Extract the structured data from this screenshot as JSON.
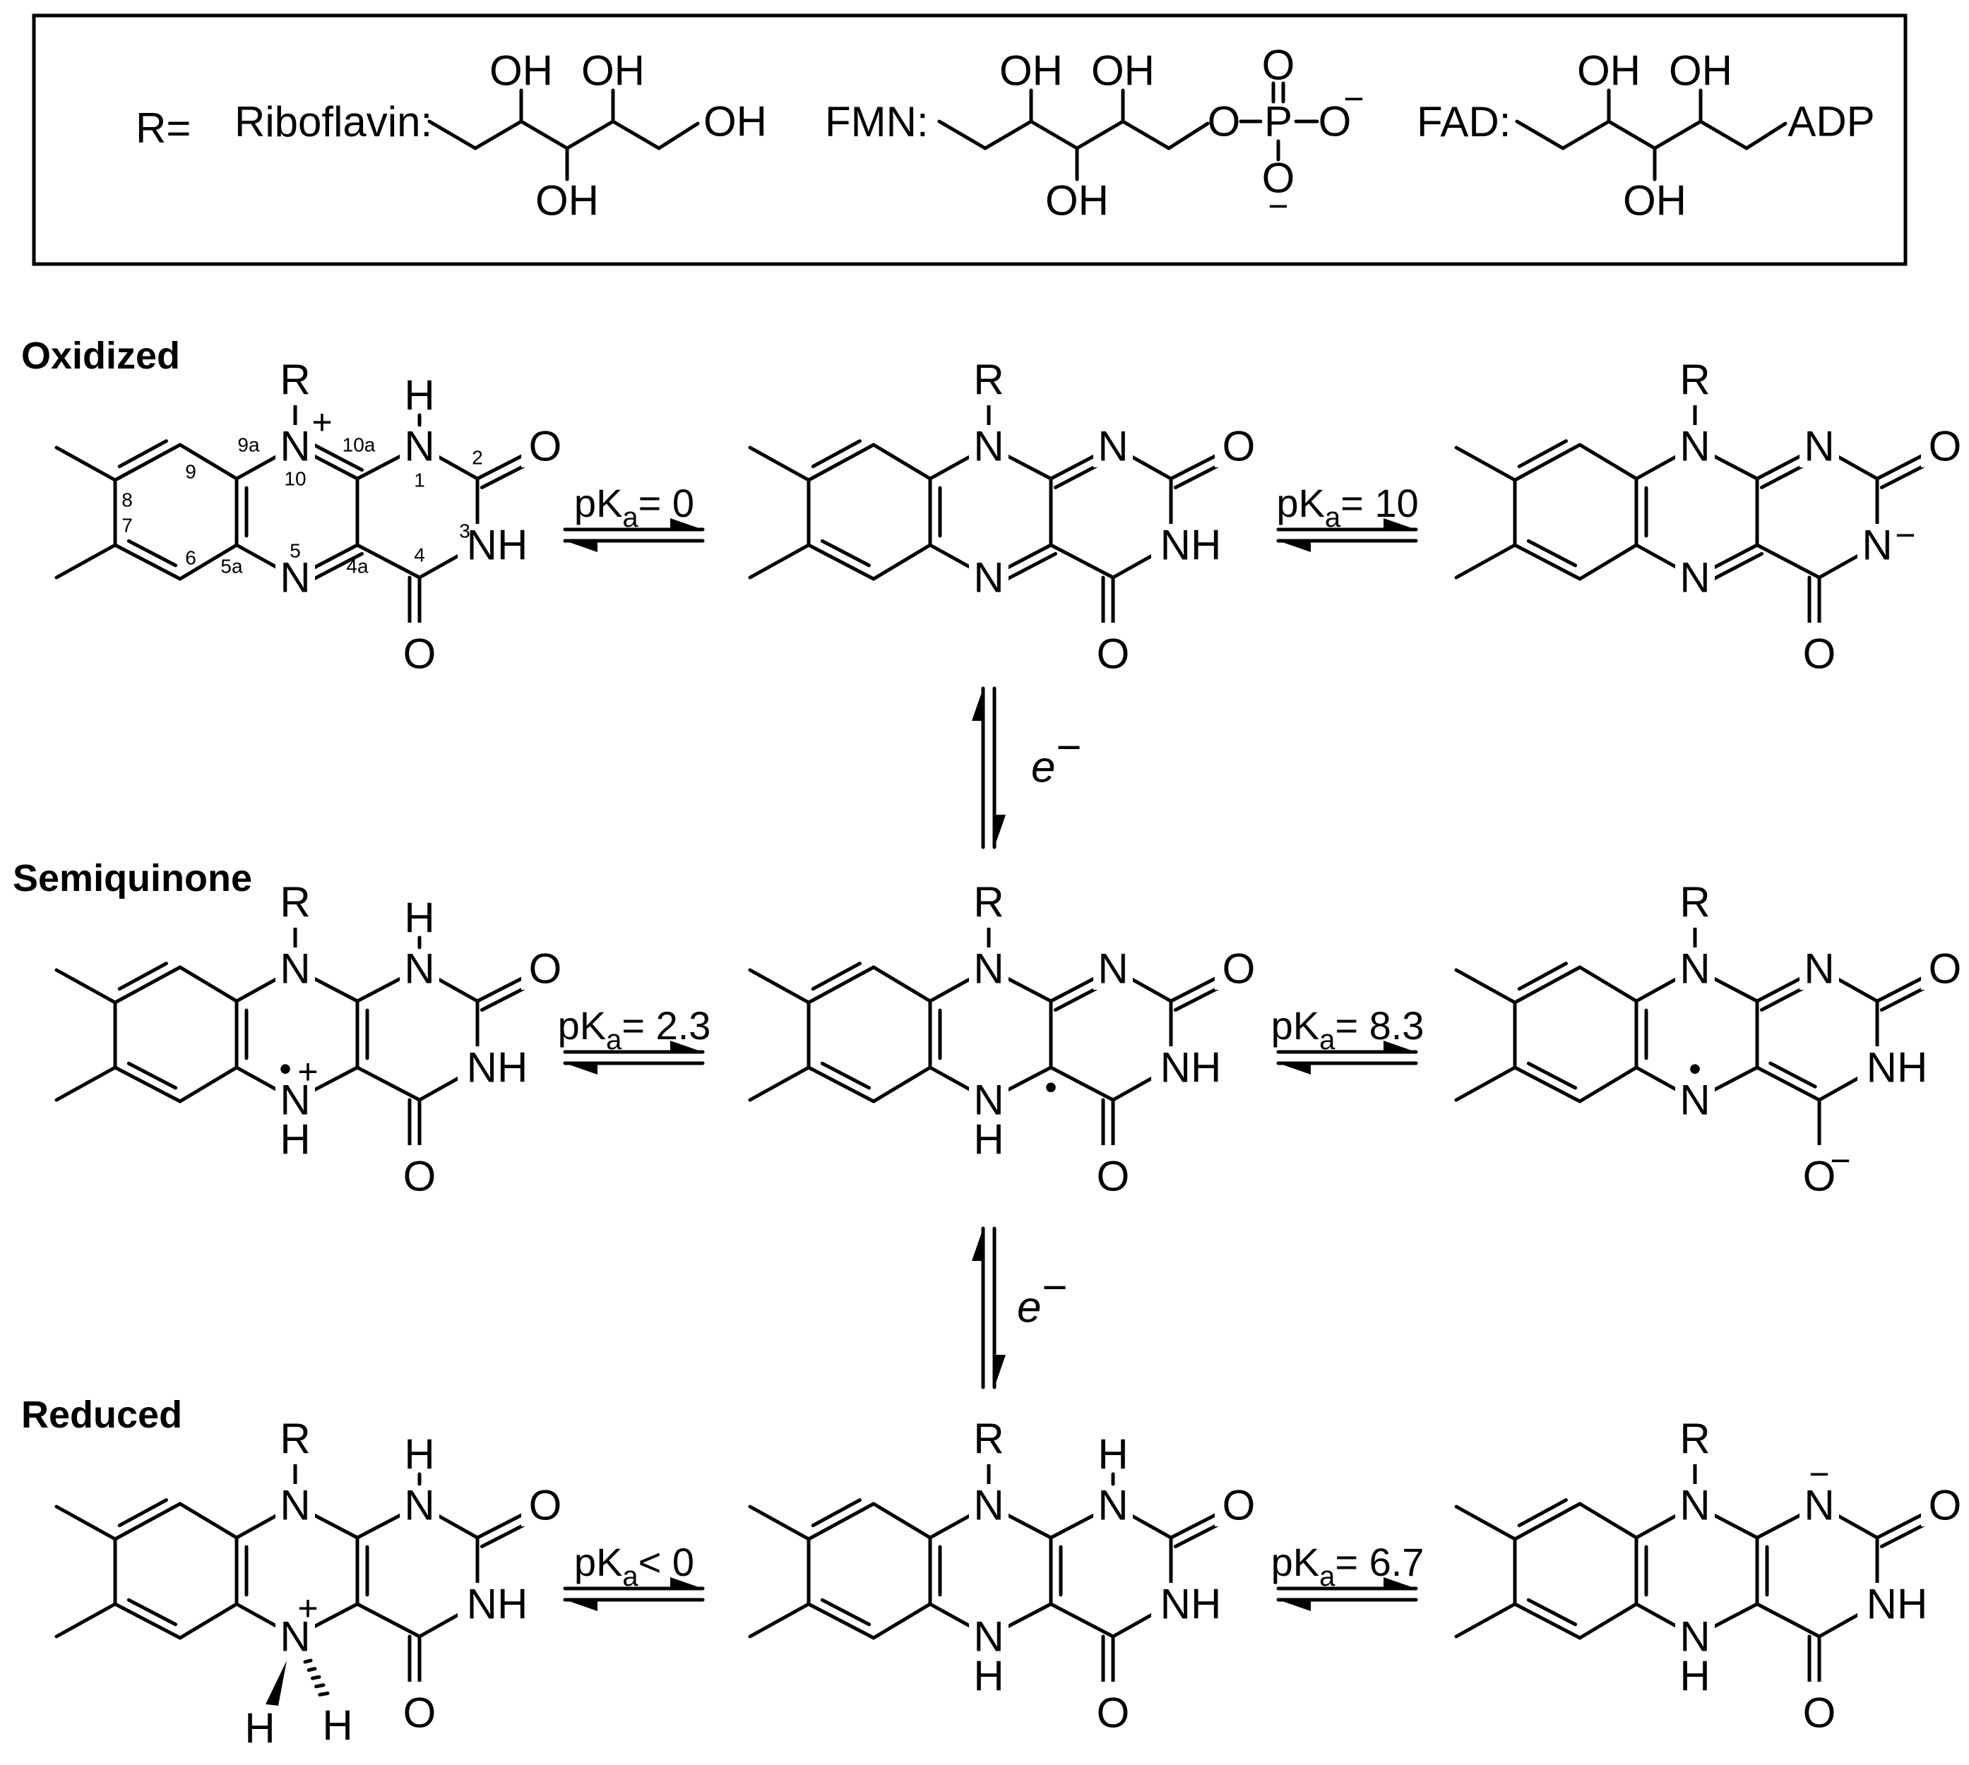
{
  "r_box": {
    "r_label": "R=",
    "riboflavin": {
      "label": "Riboflavin:",
      "oh": "OH"
    },
    "fmn": {
      "label": "FMN:",
      "oh": "OH",
      "o": "O",
      "p": "P",
      "o_minus": "O̅"
    },
    "fad": {
      "label": "FAD:",
      "oh": "OH",
      "adp": "ADP"
    }
  },
  "rows": [
    {
      "label": "Oxidized",
      "pka_left": "pK",
      "pka_left_sub": "a",
      "pka_left_val": "= 0",
      "pka_right": "pK",
      "pka_right_sub": "a",
      "pka_right_val": "= 10"
    },
    {
      "label": "Semiquinone",
      "pka_left": "pK",
      "pka_left_sub": "a",
      "pka_left_val": "= 2.3",
      "pka_right": "pK",
      "pka_right_sub": "a",
      "pka_right_val": "= 8.3"
    },
    {
      "label": "Reduced",
      "pka_left": "pK",
      "pka_left_sub": "a",
      "pka_left_val": "< 0",
      "pka_right": "pK",
      "pka_right_sub": "a",
      "pka_right_val": "= 6.7"
    }
  ],
  "electron": {
    "e": "e",
    "minus": "−"
  },
  "atoms": {
    "N": "N",
    "NH": "NH",
    "H": "H",
    "O": "O",
    "R": "R",
    "minus": "−",
    "plus": "+",
    "radical": "•"
  },
  "numbering": [
    "9a",
    "10",
    "10a",
    "1",
    "2",
    "3",
    "4",
    "4a",
    "5",
    "5a",
    "6",
    "7",
    "8",
    "9"
  ]
}
